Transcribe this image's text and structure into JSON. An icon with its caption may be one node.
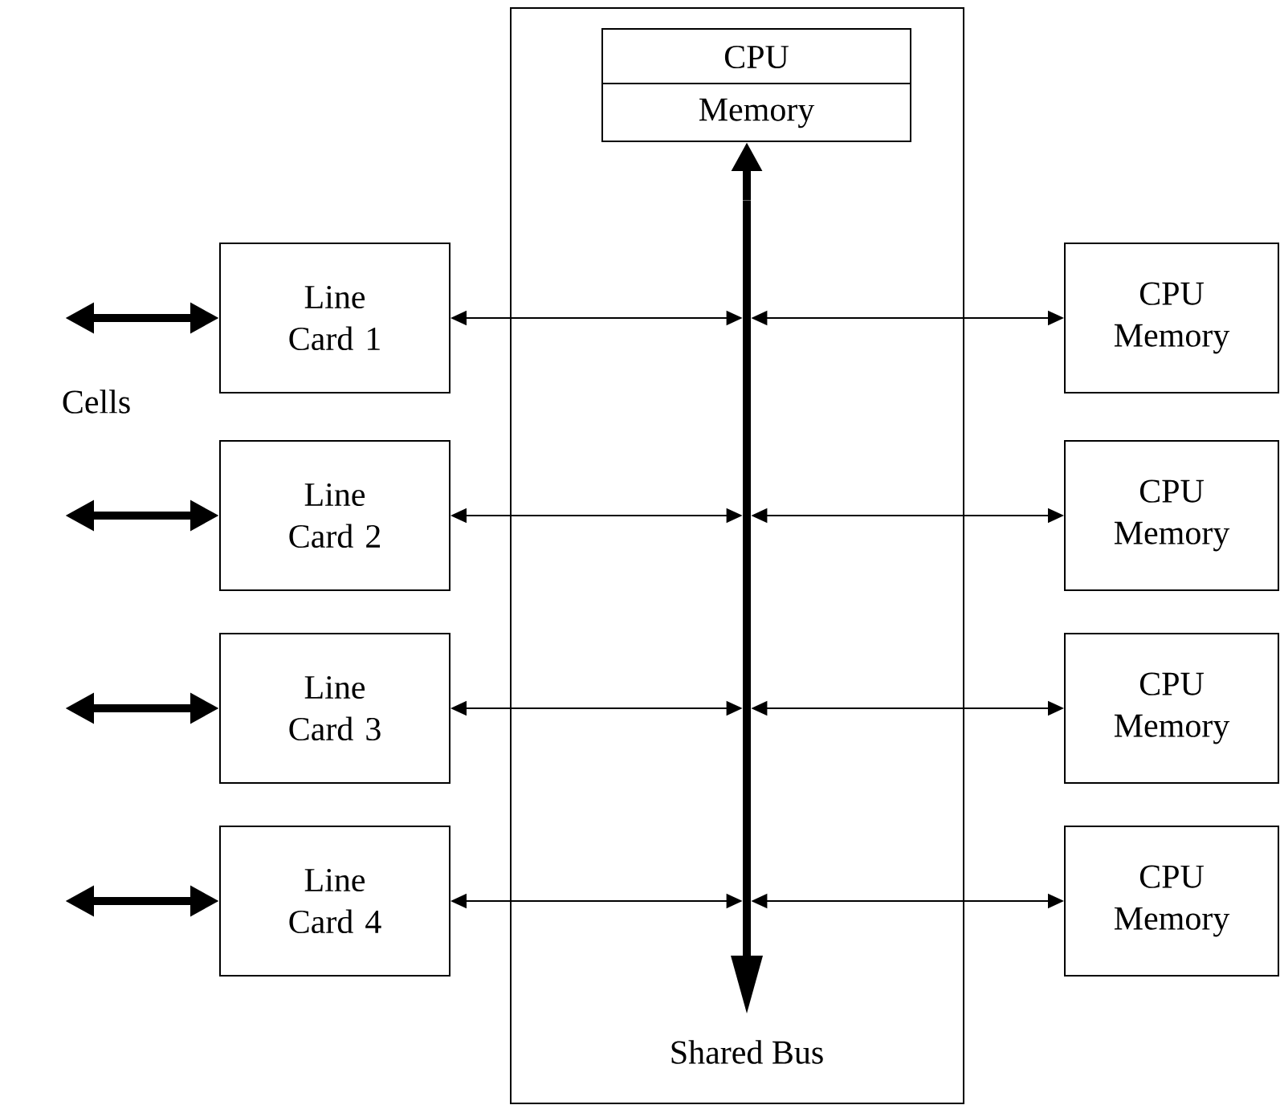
{
  "diagram": {
    "nodes": [
      {
        "text": [],
        "shape": "box"
      },
      {
        "text": [
          "CPU",
          "Memory"
        ],
        "in": 0
      },
      {
        "text": [],
        "shape": "bar",
        "in": 0,
        "beside": [
          "Shared Bus"
        ]
      },
      {
        "text": [
          "Line Card 1"
        ]
      },
      {
        "text": [
          "Line Card 2"
        ]
      },
      {
        "text": [
          "Line Card 3"
        ]
      },
      {
        "text": [
          "Line Card 4"
        ]
      },
      {
        "text": [
          "CPU Memory"
        ]
      },
      {
        "text": [
          "CPU Memory"
        ]
      },
      {
        "text": [
          "CPU Memory"
        ]
      },
      {
        "text": [
          "CPU Memory"
        ]
      }
    ],
    "edges": [
      {
        "from": 2,
        "to": 1,
        "arrow": "to",
        "style": "thick"
      },
      {
        "from": null,
        "to": 3,
        "arrow": "both",
        "style": "thick"
      },
      {
        "from": null,
        "to": 4,
        "arrow": "both",
        "style": "thick"
      },
      {
        "from": null,
        "to": 5,
        "arrow": "both",
        "style": "thick"
      },
      {
        "from": null,
        "to": 6,
        "arrow": "both",
        "style": "thick"
      },
      {
        "from": 3,
        "to": 2,
        "arrow": "both"
      },
      {
        "from": 4,
        "to": 2,
        "arrow": "both"
      },
      {
        "from": 5,
        "to": 2,
        "arrow": "both"
      },
      {
        "from": 6,
        "to": 2,
        "arrow": "both"
      },
      {
        "from": 2,
        "to": 7,
        "arrow": "both"
      },
      {
        "from": 2,
        "to": 8,
        "arrow": "both"
      },
      {
        "from": 2,
        "to": 9,
        "arrow": "both"
      },
      {
        "from": 2,
        "to": 10,
        "arrow": "both"
      }
    ],
    "labels": [
      "Cells"
    ]
  }
}
